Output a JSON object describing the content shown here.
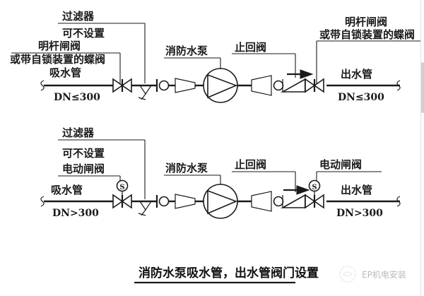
{
  "document": {
    "title": "消防水泵吸水管，出水管阀门设置",
    "caption": "消防水泵吸水管，出水管阀门设置",
    "watermark": "EP机电安装"
  },
  "diagrams": [
    {
      "id": "diagram-small-dn",
      "variant": "DN≤300",
      "suction_pipe_label": "吸水管",
      "suction_dn": "DN≤300",
      "outlet_pipe_label": "出水管",
      "outlet_dn": "DN≤300",
      "labels": {
        "strainer": "过滤器",
        "strainer_note": "可不设置",
        "inlet_valve_line1": "明杆闸阀",
        "inlet_valve_line2": "或带自锁装置的蝶阀",
        "pump": "消防水泵",
        "check_valve": "止回阀",
        "outlet_valve_line1": "明杆闸阀",
        "outlet_valve_line2": "或带自锁装置的蝶阀"
      },
      "components": [
        {
          "name": "suction-gate-valve",
          "type": "gate-valve",
          "actuator": "none"
        },
        {
          "name": "y-strainer",
          "type": "strainer"
        },
        {
          "name": "eccentric-reducer-inlet",
          "type": "reducer"
        },
        {
          "name": "fire-pump",
          "type": "centrifugal-pump"
        },
        {
          "name": "concentric-reducer-outlet",
          "type": "reducer"
        },
        {
          "name": "check-valve",
          "type": "check-valve"
        },
        {
          "name": "outlet-gate-valve",
          "type": "gate-valve",
          "actuator": "none"
        }
      ]
    },
    {
      "id": "diagram-large-dn",
      "variant": "DN>300",
      "suction_pipe_label": "吸水管",
      "suction_dn": "DN>300",
      "outlet_pipe_label": "出水管",
      "outlet_dn": "DN>300",
      "labels": {
        "strainer": "过滤器",
        "strainer_note": "可不设置",
        "inlet_valve_line1": "电动闸阀",
        "inlet_valve_line2": "",
        "pump": "消防水泵",
        "check_valve": "止回阀",
        "outlet_valve_line1": "电动闸阀",
        "outlet_valve_line2": ""
      },
      "actuator_symbol": "S",
      "components": [
        {
          "name": "suction-motorized-gate-valve",
          "type": "gate-valve",
          "actuator": "electric"
        },
        {
          "name": "y-strainer",
          "type": "strainer"
        },
        {
          "name": "eccentric-reducer-inlet",
          "type": "reducer"
        },
        {
          "name": "fire-pump",
          "type": "centrifugal-pump"
        },
        {
          "name": "concentric-reducer-outlet",
          "type": "reducer"
        },
        {
          "name": "check-valve",
          "type": "check-valve"
        },
        {
          "name": "outlet-motorized-gate-valve",
          "type": "gate-valve",
          "actuator": "electric"
        }
      ]
    }
  ],
  "colors": {
    "ink": "#1a1a1a",
    "background": "#ffffff",
    "watermark": "#b9b9b9"
  }
}
